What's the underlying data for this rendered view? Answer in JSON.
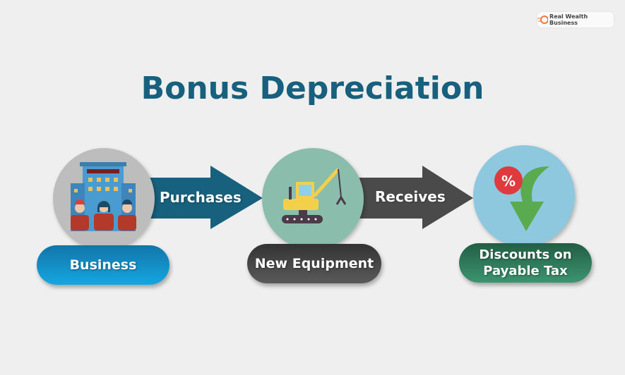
{
  "brand": {
    "name": "Real Wealth Business",
    "accent": "#f07a3a"
  },
  "title": "Bonus Depreciation",
  "steps": [
    {
      "label": "Business",
      "icon": "office-building-people-icon",
      "color": "#1a9ad6"
    },
    {
      "label": "New Equipment",
      "icon": "crane-equipment-icon",
      "color": "#4a4a4a"
    },
    {
      "label": "Discounts on Payable Tax",
      "icon": "percent-down-arrow-icon",
      "color": "#2e7d5b"
    }
  ],
  "arrows": [
    {
      "label": "Purchases",
      "color": "#17607e"
    },
    {
      "label": "Receives",
      "color": "#4a4a4a"
    }
  ]
}
